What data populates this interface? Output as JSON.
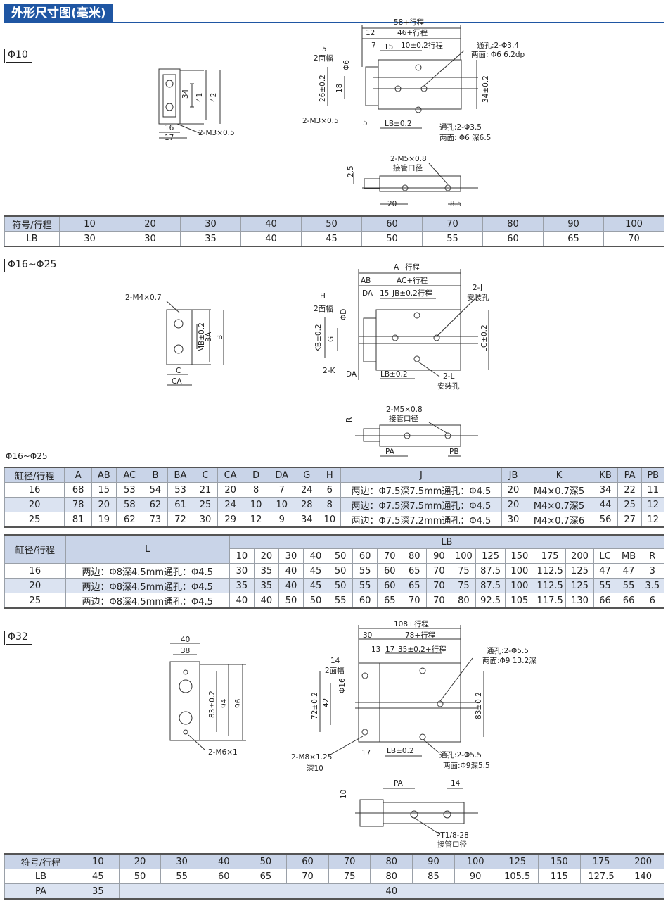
{
  "title": "外形尺寸图(毫米)",
  "section1": {
    "label": "Φ10",
    "drawing_labels": {
      "side": [
        "34",
        "41",
        "42",
        "16",
        "17",
        "2-M3×0.5"
      ],
      "top": [
        "58+行程",
        "12",
        "46+行程",
        "7",
        "15",
        "10±0.2行程",
        "5",
        "2面幅",
        "Φ6",
        "26±0.2",
        "18",
        "34±0.2",
        "2-M3×0.5",
        "5",
        "LB±0.2",
        "通孔:2-Φ3.4",
        "两面: Φ6 6.2dp",
        "通孔:2-Φ3.5",
        "两面: Φ6 深6.5"
      ],
      "port": [
        "2-M5×0.8",
        "接管口径",
        "2.5",
        "20",
        "8.5"
      ]
    },
    "table": {
      "header": [
        "符号/行程",
        "10",
        "20",
        "30",
        "40",
        "50",
        "60",
        "70",
        "80",
        "90",
        "100"
      ],
      "rows": [
        [
          "LB",
          "30",
          "30",
          "35",
          "40",
          "45",
          "50",
          "55",
          "60",
          "65",
          "70"
        ]
      ]
    }
  },
  "section2": {
    "label": "Φ16~Φ25",
    "drawing_labels": {
      "side": [
        "2-M4×0.7",
        "MB±0.2",
        "BA",
        "B",
        "C",
        "CA"
      ],
      "top": [
        "A+行程",
        "AB",
        "AC+行程",
        "DA",
        "15",
        "JB±0.2行程",
        "2-J",
        "安装孔",
        "H",
        "2面幅",
        "ΦD",
        "KB±0.2",
        "G",
        "LC±0.2",
        "2-K",
        "DA",
        "LB±0.2",
        "2-L",
        "安装孔"
      ],
      "port": [
        "2-M5×0.8",
        "接管口径",
        "R",
        "PA",
        "PB"
      ]
    },
    "caption": "Φ16~Φ25",
    "table1": {
      "header": [
        "缸径/行程",
        "A",
        "AB",
        "AC",
        "B",
        "BA",
        "C",
        "CA",
        "D",
        "DA",
        "G",
        "H",
        "J",
        "JB",
        "K",
        "KB",
        "PA",
        "PB"
      ],
      "rows": [
        [
          "16",
          "68",
          "15",
          "53",
          "54",
          "53",
          "21",
          "20",
          "8",
          "7",
          "24",
          "6",
          "两边：Φ7.5深7.5mm通孔：Φ4.5",
          "20",
          "M4×0.7深5",
          "34",
          "22",
          "11"
        ],
        [
          "20",
          "78",
          "20",
          "58",
          "62",
          "61",
          "25",
          "24",
          "10",
          "10",
          "28",
          "8",
          "两边：Φ7.5深7.5mm通孔：Φ4.5",
          "20",
          "M4×0.7深5",
          "44",
          "25",
          "12"
        ],
        [
          "25",
          "81",
          "19",
          "62",
          "73",
          "72",
          "30",
          "29",
          "12",
          "9",
          "34",
          "10",
          "两边：Φ7.5深7.2mm通孔：Φ4.5",
          "30",
          "M4×0.7深6",
          "56",
          "27",
          "12"
        ]
      ]
    },
    "table2": {
      "header_a": [
        "缸径/行程",
        "L",
        "LB"
      ],
      "header_b": [
        "10",
        "20",
        "30",
        "40",
        "50",
        "60",
        "70",
        "80",
        "90",
        "100",
        "125",
        "150",
        "175",
        "200",
        "LC",
        "MB",
        "R"
      ],
      "rows": [
        [
          "16",
          "两边：Φ8深4.5mm通孔：Φ4.5",
          "30",
          "35",
          "40",
          "45",
          "50",
          "55",
          "60",
          "65",
          "70",
          "75",
          "87.5",
          "100",
          "112.5",
          "125",
          "47",
          "47",
          "3"
        ],
        [
          "20",
          "两边：Φ8深4.5mm通孔：Φ4.5",
          "35",
          "35",
          "40",
          "45",
          "50",
          "55",
          "60",
          "65",
          "70",
          "75",
          "87.5",
          "100",
          "112.5",
          "125",
          "55",
          "55",
          "3.5"
        ],
        [
          "25",
          "两边：Φ8深4.5mm通孔：Φ4.5",
          "40",
          "40",
          "50",
          "50",
          "55",
          "60",
          "65",
          "70",
          "70",
          "80",
          "92.5",
          "105",
          "117.5",
          "130",
          "66",
          "66",
          "6"
        ]
      ]
    }
  },
  "section3": {
    "label": "Φ32",
    "drawing_labels": {
      "side": [
        "40",
        "38",
        "83±0.2",
        "94",
        "96",
        "2-M6×1"
      ],
      "top": [
        "108+行程",
        "30",
        "78+行程",
        "14",
        "2面幅",
        "13",
        "17",
        "35±0.2+行程",
        "Φ16",
        "72±0.2",
        "42",
        "83±0.2",
        "通孔:2-Φ5.5",
        "两面:Φ9 13.2深",
        "2-M8×1.25",
        "深10",
        "17",
        "LB±0.2",
        "通孔:2-Φ5.5",
        "两面:Φ9深5.5"
      ],
      "port": [
        "PA",
        "14",
        "10",
        "PT1/8-28",
        "接管口径"
      ]
    },
    "table": {
      "header": [
        "符号/行程",
        "10",
        "20",
        "30",
        "40",
        "50",
        "60",
        "70",
        "80",
        "90",
        "100",
        "125",
        "150",
        "175",
        "200"
      ],
      "rows": [
        [
          "LB",
          "45",
          "50",
          "55",
          "60",
          "65",
          "70",
          "75",
          "80",
          "85",
          "90",
          "105.5",
          "115",
          "127.5",
          "140"
        ]
      ],
      "pa_label": "PA",
      "pa_first": "35",
      "pa_rest": "40"
    }
  }
}
